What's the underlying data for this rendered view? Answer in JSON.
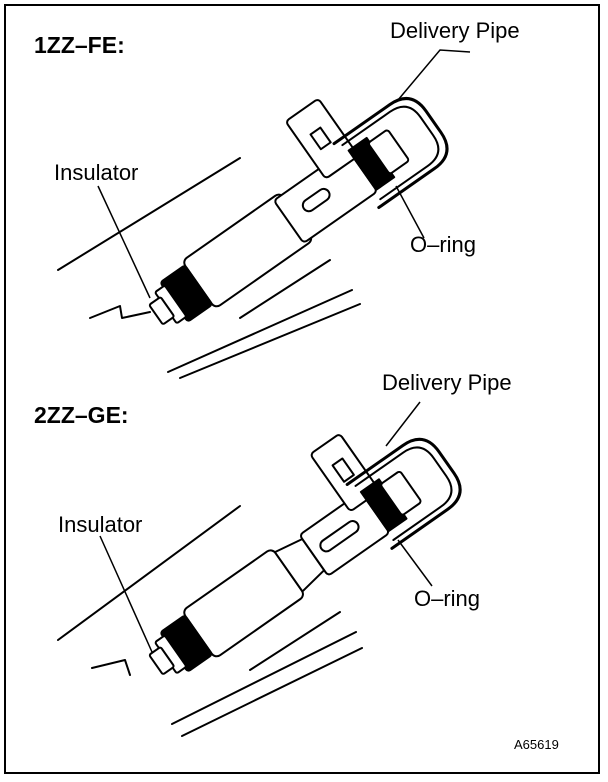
{
  "panels": [
    {
      "engine": "1ZZ–FE:",
      "labels": {
        "delivery_pipe": "Delivery Pipe",
        "insulator": "Insulator",
        "o_ring": "O–ring"
      }
    },
    {
      "engine": "2ZZ–GE:",
      "labels": {
        "delivery_pipe": "Delivery Pipe",
        "insulator": "Insulator",
        "o_ring": "O–ring"
      }
    }
  ],
  "figure_code": "A65619"
}
